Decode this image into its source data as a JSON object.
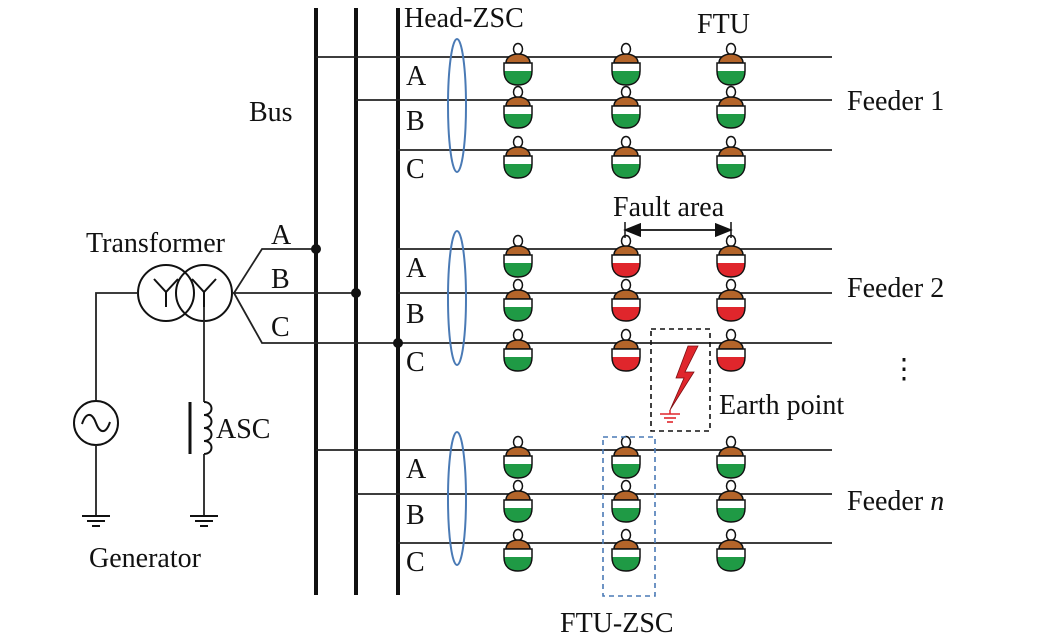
{
  "labels": {
    "head_zsc": "Head-ZSC",
    "ftu": "FTU",
    "bus": "Bus",
    "transformer": "Transformer",
    "asc": "ASC",
    "generator": "Generator",
    "fault_area": "Fault area",
    "earth_point": "Earth point",
    "ftu_zsc": "FTU-ZSC",
    "ellipsis": "⋮"
  },
  "phases": [
    "A",
    "B",
    "C"
  ],
  "transformer_phases": [
    "A",
    "B",
    "C"
  ],
  "feeders": [
    {
      "name": "Feeder 1",
      "name_main": "Feeder ",
      "name_suffix": "1",
      "suffix_italic": false,
      "ftu_states": [
        [
          "normal",
          "normal",
          "normal"
        ],
        [
          "normal",
          "normal",
          "normal"
        ],
        [
          "normal",
          "normal",
          "normal"
        ]
      ]
    },
    {
      "name": "Feeder 2",
      "name_main": "Feeder ",
      "name_suffix": "2",
      "suffix_italic": false,
      "ftu_states": [
        [
          "normal",
          "fault",
          "fault"
        ],
        [
          "normal",
          "fault",
          "fault"
        ],
        [
          "normal",
          "fault",
          "fault"
        ]
      ]
    },
    {
      "name": "Feeder n",
      "name_main": "Feeder ",
      "name_suffix": "n",
      "suffix_italic": true,
      "ftu_states": [
        [
          "normal",
          "normal",
          "normal"
        ],
        [
          "normal",
          "normal",
          "normal"
        ],
        [
          "normal",
          "normal",
          "normal"
        ]
      ]
    }
  ],
  "colors": {
    "normal": "#1f9a45",
    "fault": "#e0262c",
    "ftu_cap": "#b4652a",
    "zsc_ring": "#4a7ab5",
    "dashed_box": "#4a7ab5",
    "lightning": "#e0262c"
  }
}
